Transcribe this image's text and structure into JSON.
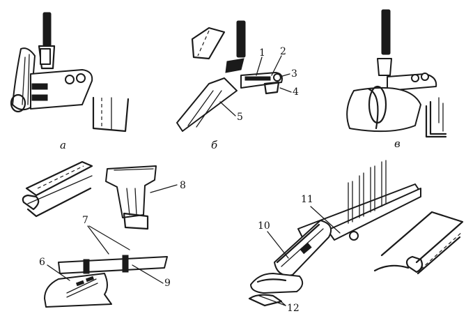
{
  "figure": {
    "panel_labels": [
      "а",
      "б",
      "в"
    ],
    "part_numbers": [
      "1",
      "2",
      "3",
      "4",
      "5",
      "6",
      "7",
      "8",
      "9",
      "10",
      "11",
      "12"
    ]
  }
}
